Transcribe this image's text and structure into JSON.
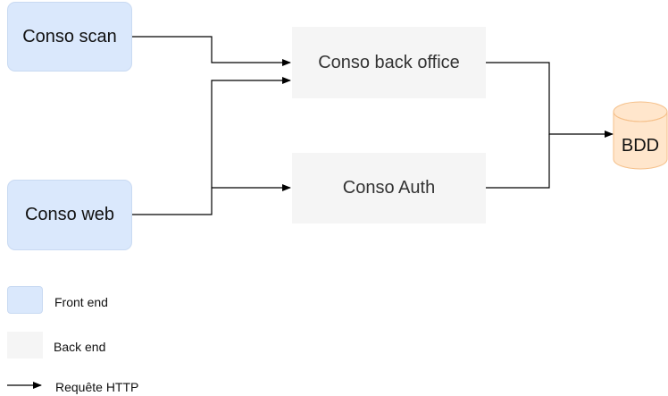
{
  "nodes": {
    "conso_scan": "Conso scan",
    "conso_web": "Conso web",
    "conso_back_office": "Conso back office",
    "conso_auth": "Conso Auth",
    "bdd": "BDD"
  },
  "legend": {
    "front_end": "Front end",
    "back_end": "Back end",
    "http_request": "Requête HTTP"
  },
  "colors": {
    "front_fill": "#dae8fc",
    "back_fill": "#f5f5f5",
    "database_fill": "#ffe6cc",
    "database_stroke": "#f5c08a",
    "connector": "#000000"
  }
}
